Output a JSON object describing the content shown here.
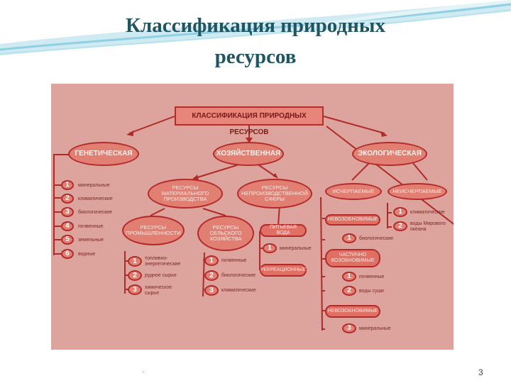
{
  "slide": {
    "title": "Классификация природных\nресурсов",
    "page_number": "3",
    "footer_dot": "."
  },
  "diagram": {
    "root": "Классификация природных ресурсов",
    "branches": {
      "genetic": {
        "label": "Генетическая",
        "items": [
          {
            "num": "1",
            "label": "минеральные"
          },
          {
            "num": "2",
            "label": "климатические"
          },
          {
            "num": "3",
            "label": "биологические"
          },
          {
            "num": "4",
            "label": "почвенные"
          },
          {
            "num": "5",
            "label": "земельные"
          },
          {
            "num": "6",
            "label": "водные"
          }
        ]
      },
      "economic": {
        "label": "Хозяйственная",
        "material": "Ресурсы материального производства",
        "nonproduction": "Ресурсы непроизводственной сферы",
        "industry": {
          "label": "Ресурсы промышленности",
          "items": [
            {
              "num": "1",
              "label": "топливно-энергетические"
            },
            {
              "num": "2",
              "label": "рудное сырье"
            },
            {
              "num": "3",
              "label": "химическое сырье"
            }
          ]
        },
        "agriculture": {
          "label": "Ресурсы сельского хозяйства",
          "items": [
            {
              "num": "1",
              "label": "почвенные"
            },
            {
              "num": "2",
              "label": "биологические"
            },
            {
              "num": "3",
              "label": "климатические"
            }
          ]
        },
        "drinking_water": "питьевая вода",
        "drinking_sub": {
          "num": "1",
          "label": "минеральные"
        },
        "recreation": "рекреационные"
      },
      "ecological": {
        "label": "Экологическая",
        "exhaustible": "Исчерпаемые",
        "inexhaustible": "Неисчерпаемые",
        "inexhaustible_items": [
          {
            "num": "1",
            "label": "климатические"
          },
          {
            "num": "2",
            "label": "воды Мирового океана"
          }
        ],
        "nonrenewable": "невозобновимые",
        "nonrenewable_items": [
          {
            "num": "1",
            "label": "биологические"
          }
        ],
        "partly_renewable": "частично возобновимые",
        "partly_items": [
          {
            "num": "1",
            "label": "почвенные"
          },
          {
            "num": "2",
            "label": "воды суши"
          }
        ],
        "non_renewable2": "невозобновимые",
        "non_renewable2_items": [
          {
            "num": "3",
            "label": "минеральные"
          }
        ]
      }
    }
  }
}
